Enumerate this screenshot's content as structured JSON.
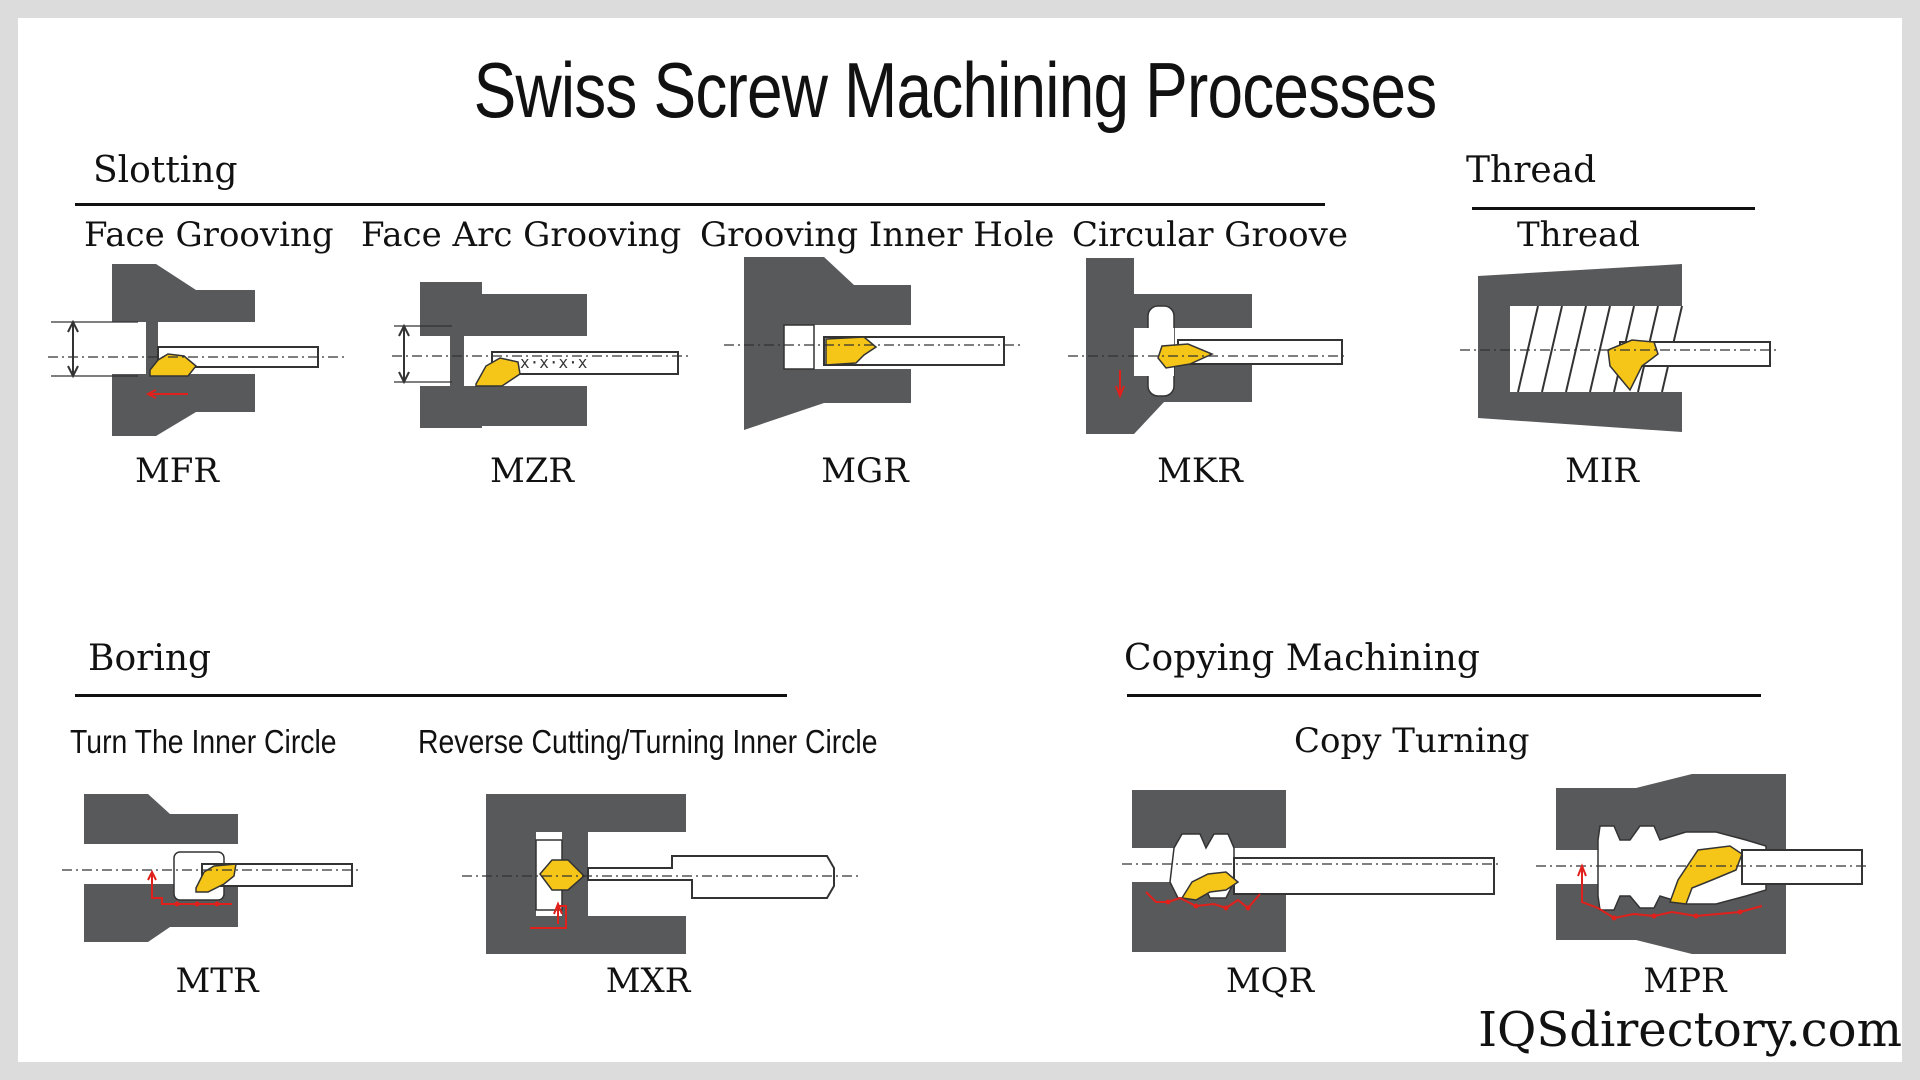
{
  "title": "Swiss Screw Machining Processes",
  "colors": {
    "body": "#58595b",
    "insert": "#f5c518",
    "path": "#e0201b",
    "line": "#111111"
  },
  "sections": {
    "slotting": {
      "heading": "Slotting",
      "items": [
        {
          "label": "Face Grooving",
          "code": "MFR"
        },
        {
          "label": "Face Arc Grooving",
          "code": "MZR"
        },
        {
          "label": "Grooving Inner Hole",
          "code": "MGR"
        },
        {
          "label": "Circular Groove",
          "code": "MKR"
        }
      ]
    },
    "thread": {
      "heading": "Thread",
      "items": [
        {
          "label": "Thread",
          "code": "MIR"
        }
      ]
    },
    "boring": {
      "heading": "Boring",
      "items": [
        {
          "label": "Turn The Inner Circle",
          "code": "MTR"
        },
        {
          "label": "Reverse Cutting/Turning Inner Circle",
          "code": "MXR"
        }
      ]
    },
    "copying": {
      "heading": "Copying Machining",
      "subheading": "Copy Turning",
      "items": [
        {
          "code": "MQR"
        },
        {
          "code": "MPR"
        }
      ]
    }
  },
  "footer": "IQSdirectory.com"
}
